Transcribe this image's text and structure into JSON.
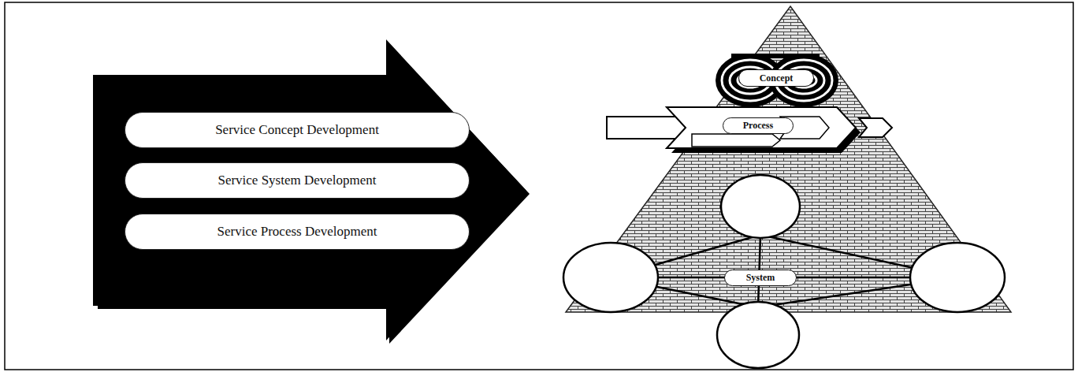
{
  "diagram": {
    "nodes": [
      {
        "text": [
          "Service Concept Development"
        ]
      },
      {
        "text": [
          "Service System Development"
        ]
      },
      {
        "text": [
          "Service Process Development"
        ]
      },
      {
        "text": [
          "Concept"
        ]
      },
      {
        "text": [
          "Process"
        ]
      },
      {
        "text": [
          "System"
        ]
      }
    ]
  }
}
